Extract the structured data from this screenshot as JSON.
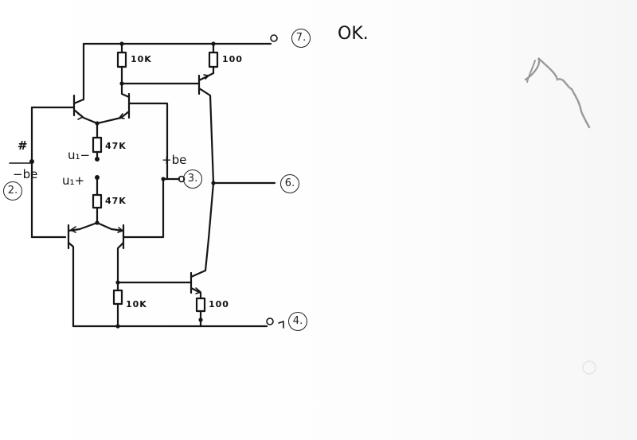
{
  "annotation": {
    "ok_text": "OK.",
    "signature_text": ""
  },
  "resistors": {
    "r_top_collector": "10K",
    "r_top_emitter": "100",
    "r_mid_upper": "47K",
    "r_mid_lower": "47K",
    "r_bottom_collector": "10K",
    "r_bottom_emitter": "100"
  },
  "signals": {
    "u_minus": "u₁−",
    "u_plus": "u₁+",
    "be_minus": "−be",
    "be_plus": "+be",
    "hash_mark": "#"
  },
  "terminals": {
    "pin_7": "7.",
    "pin_2": "2.",
    "pin_3": "3.",
    "pin_6": "6.",
    "pin_4": "4."
  },
  "colors": {
    "ink": "#151515",
    "paper": "#ffffff",
    "pencil": "#9a9a9a"
  }
}
